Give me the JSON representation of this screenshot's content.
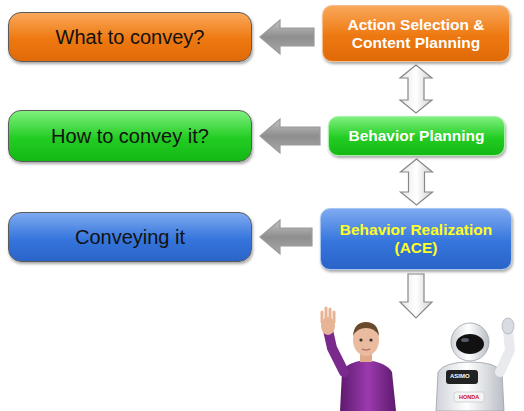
{
  "diagram": {
    "nodes": [
      {
        "text": [
          "What to convey?"
        ]
      },
      {
        "text": [
          "Action Selection & Content Planning"
        ]
      },
      {
        "text": [
          "How to convey it?"
        ]
      },
      {
        "text": [
          "Behavior Planning"
        ]
      },
      {
        "text": [
          "Conveying it"
        ]
      },
      {
        "text": [
          "Behavior Realization (ACE)"
        ]
      }
    ],
    "edges": [
      {
        "from": 1,
        "to": 0,
        "arrow": "to"
      },
      {
        "from": 3,
        "to": 2,
        "arrow": "to"
      },
      {
        "from": 5,
        "to": 4,
        "arrow": "to"
      },
      {
        "from": 1,
        "to": 3,
        "arrow": "both"
      },
      {
        "from": 3,
        "to": 5,
        "arrow": "both"
      }
    ],
    "labels": [
      "ASIMO",
      "HONDA"
    ]
  }
}
